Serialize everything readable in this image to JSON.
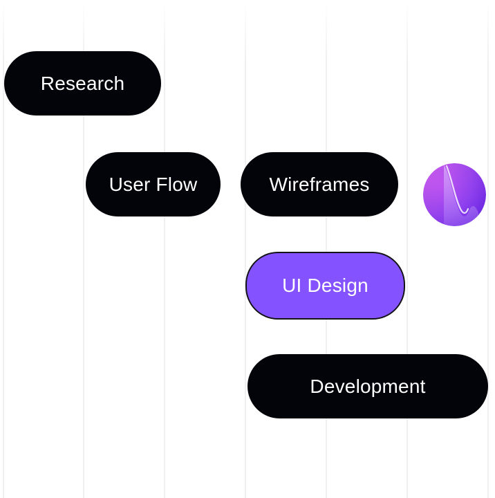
{
  "steps": [
    {
      "label": "Research"
    },
    {
      "label": "User Flow"
    },
    {
      "label": "Wireframes"
    },
    {
      "label": "UI Design"
    },
    {
      "label": "Development"
    }
  ],
  "colors": {
    "pill_dark": "#03040a",
    "pill_accent": "#8452fe",
    "grid_line": "#f0f0f3",
    "orb_gradient": [
      "#7b2ff7",
      "#b44bff",
      "#d9c8ff"
    ]
  },
  "icons": {
    "brand": "gradient-orb-icon"
  }
}
